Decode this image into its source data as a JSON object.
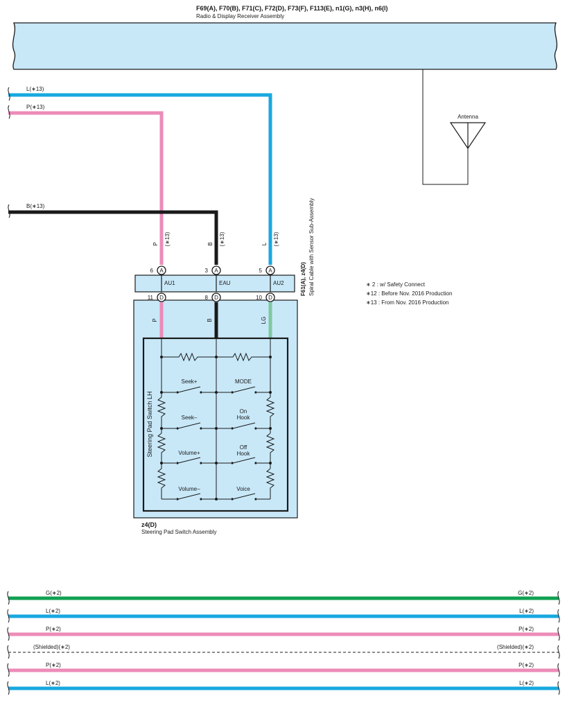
{
  "colors": {
    "pink": "#ec8bb8",
    "blue": "#18a8e0",
    "black": "#1a1a1a",
    "green": "#10a050",
    "light_green": "#7fc8a0",
    "panel_fill": "#c8e8f8",
    "outline": "#1a1a1a"
  },
  "receiver": {
    "connectors": "F69(A), F70(B), F71(C), F72(D), F73(F), F113(E), n1(G), n3(H), n6(I)",
    "name": "Radio & Display Receiver Assembly",
    "antenna_label": "Antenna"
  },
  "top_wires": {
    "l": "L(∗13)",
    "p": "P(∗13)",
    "b": "B(∗13)"
  },
  "spiral": {
    "connectors": "F61(A), z4(D)",
    "name": "Spiral Cable with Sensor Sub-Assembly",
    "pins_top": [
      {
        "pin": "6",
        "conn": "A",
        "wire": "P",
        "note": "(∗13)"
      },
      {
        "pin": "3",
        "conn": "A",
        "wire": "B",
        "note": "(∗13)"
      },
      {
        "pin": "5",
        "conn": "A",
        "wire": "L",
        "note": "(∗13)"
      }
    ],
    "terminals": [
      "AU1",
      "EAU",
      "AU2"
    ],
    "pins_bottom": [
      {
        "pin": "11",
        "conn": "D",
        "wire": "P"
      },
      {
        "pin": "8",
        "conn": "D",
        "wire": "B"
      },
      {
        "pin": "10",
        "conn": "D",
        "wire": "LG"
      }
    ]
  },
  "steering_pad": {
    "inner_label": "Steering Pad Switch LH",
    "switches_left": [
      "Seek+",
      "Seek–",
      "Volume+",
      "Volume–"
    ],
    "switches_right": [
      "MODE",
      "On\nHook",
      "Off\nHook",
      "Voice"
    ],
    "assembly_conn": "z4(D)",
    "assembly_name": "Steering Pad Switch Assembly"
  },
  "notes": [
    "∗ 2 : w/ Safety Connect",
    "∗12 : Before Nov.  2016 Production",
    "∗13 : From Nov.  2016 Production"
  ],
  "bottom_wires": [
    {
      "left": "G(∗2)",
      "right": "G(∗2)",
      "color": "green",
      "style": "solid"
    },
    {
      "left": "L(∗2)",
      "right": "L(∗2)",
      "color": "blue",
      "style": "solid"
    },
    {
      "left": "P(∗2)",
      "right": "P(∗2)",
      "color": "pink",
      "style": "solid"
    },
    {
      "left": "(Shielded)(∗2)",
      "right": "(Shielded)(∗2)",
      "color": "black",
      "style": "dashed"
    },
    {
      "left": "P(∗2)",
      "right": "P(∗2)",
      "color": "pink",
      "style": "solid"
    },
    {
      "left": "L(∗2)",
      "right": "L(∗2)",
      "color": "blue",
      "style": "solid"
    }
  ]
}
